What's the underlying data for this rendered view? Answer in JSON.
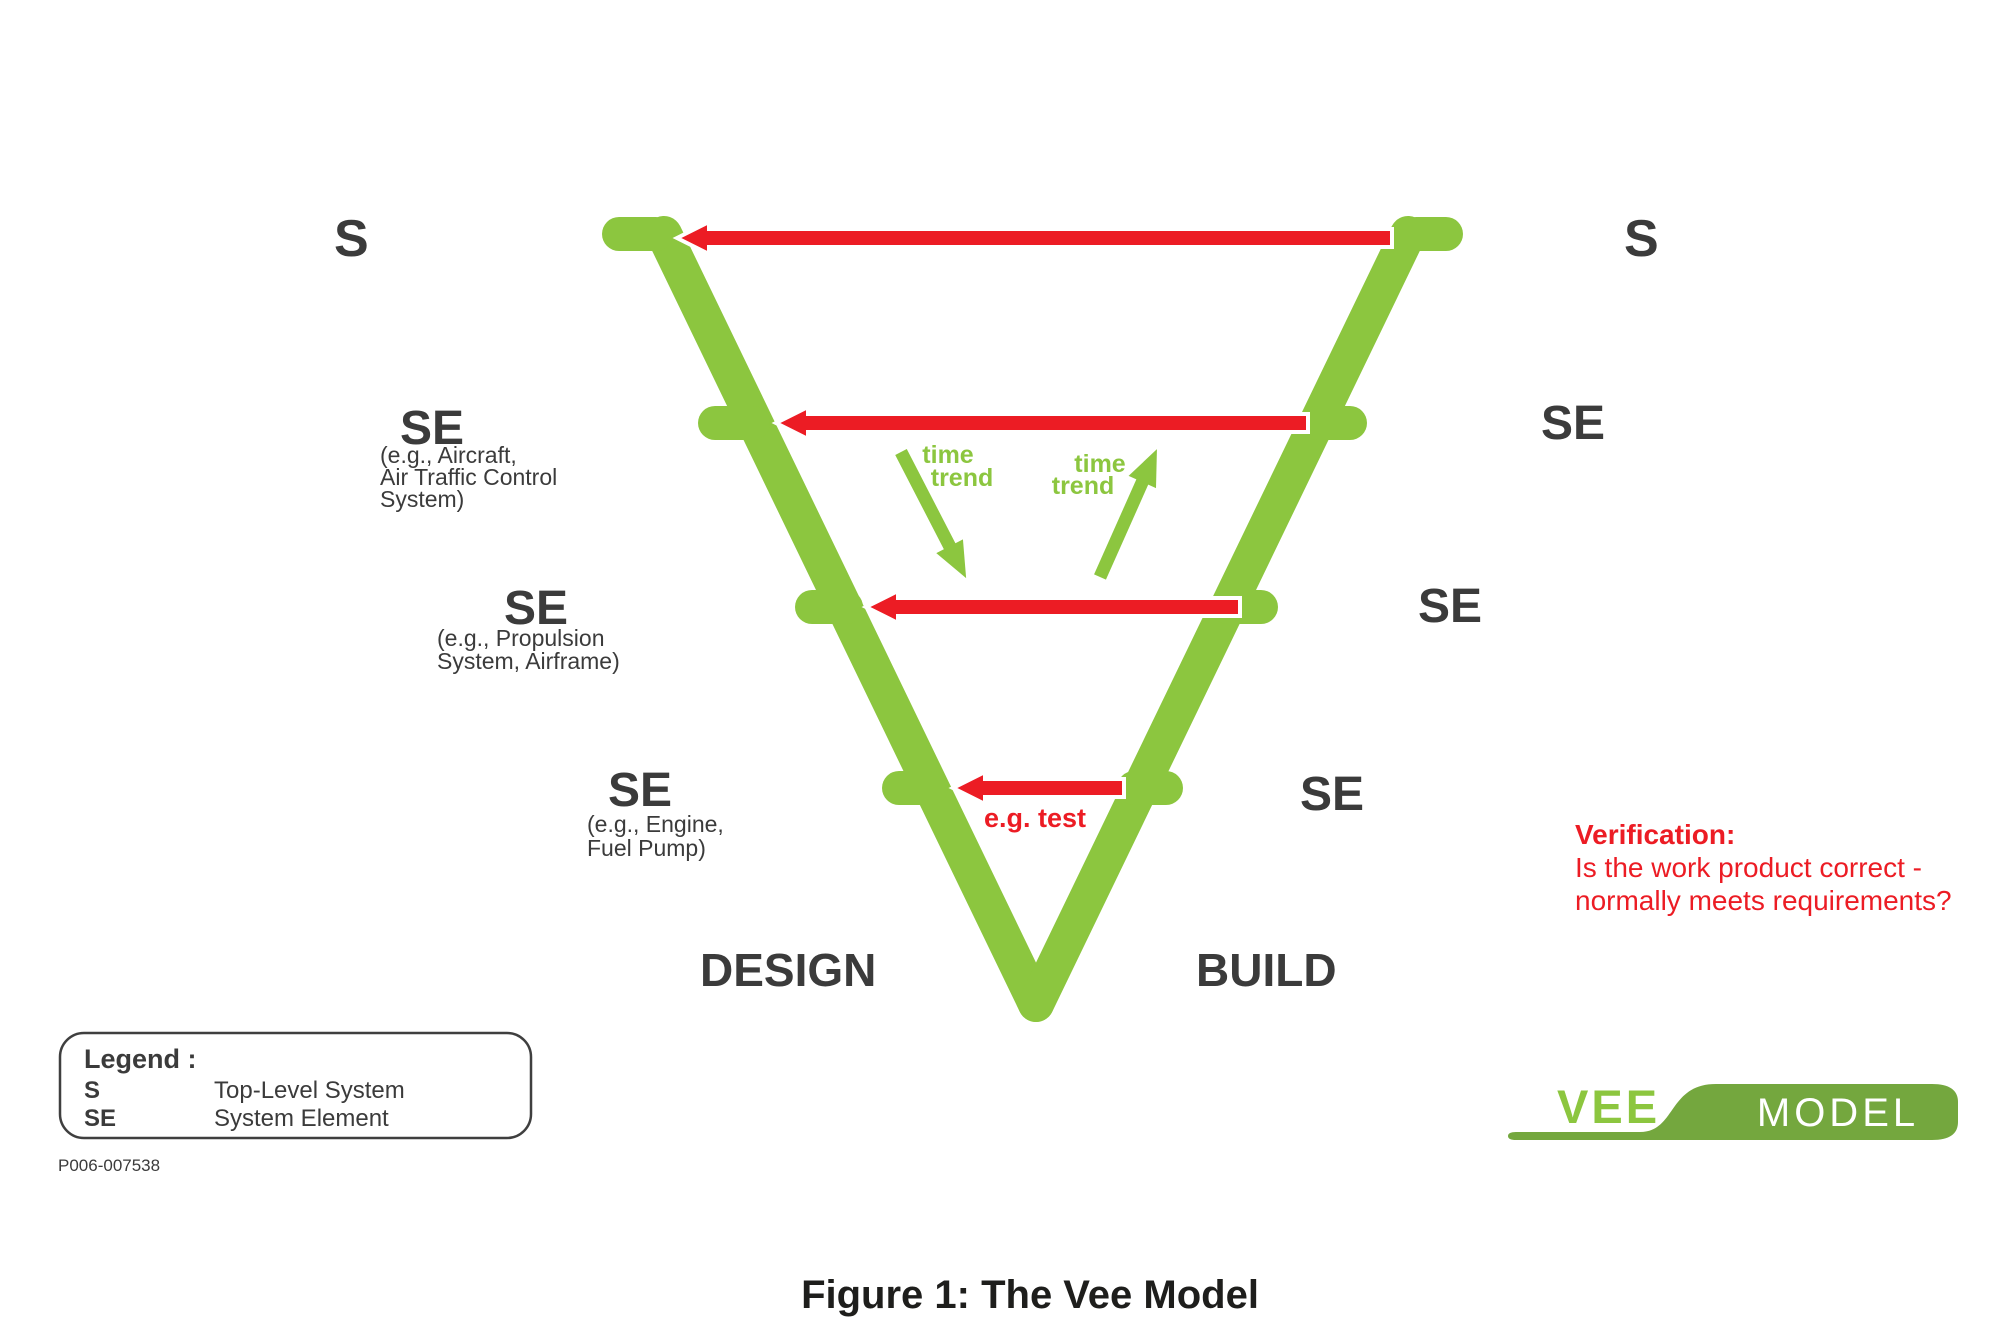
{
  "colors": {
    "green": "#8CC63F",
    "logo_green": "#74A73E",
    "red": "#EC1C24",
    "text_dark": "#3B3B3B",
    "caption_dark": "#1E1E1C"
  },
  "vee": {
    "left": {
      "s": "S",
      "se1": {
        "title": "SE",
        "lines": [
          "(e.g., Aircraft,",
          "Air Traffic Control",
          "System)"
        ]
      },
      "se2": {
        "title": "SE",
        "lines": [
          "(e.g., Propulsion",
          "System, Airframe)"
        ]
      },
      "se3": {
        "title": "SE",
        "lines": [
          "(e.g., Engine,",
          "Fuel Pump)"
        ]
      }
    },
    "right": {
      "s": "S",
      "se1": "SE",
      "se2": "SE",
      "se3": "SE"
    },
    "design": "DESIGN",
    "build": "BUILD",
    "time_trend_left": {
      "line1": "time",
      "line2": "trend"
    },
    "time_trend_right": {
      "line1": "time",
      "line2": "trend"
    },
    "eg_test": "e.g. test",
    "verification": {
      "title": "Verification:",
      "line1": "Is the work product correct -",
      "line2": "normally meets requirements?"
    }
  },
  "legend": {
    "title": "Legend :",
    "items": [
      {
        "abbr": "S",
        "meaning": "Top-Level System"
      },
      {
        "abbr": "SE",
        "meaning": "System Element"
      }
    ],
    "part_number": "P006-007538"
  },
  "logo": {
    "vee": "VEE",
    "model": "MODEL"
  },
  "caption": "Figure 1: The Vee Model"
}
